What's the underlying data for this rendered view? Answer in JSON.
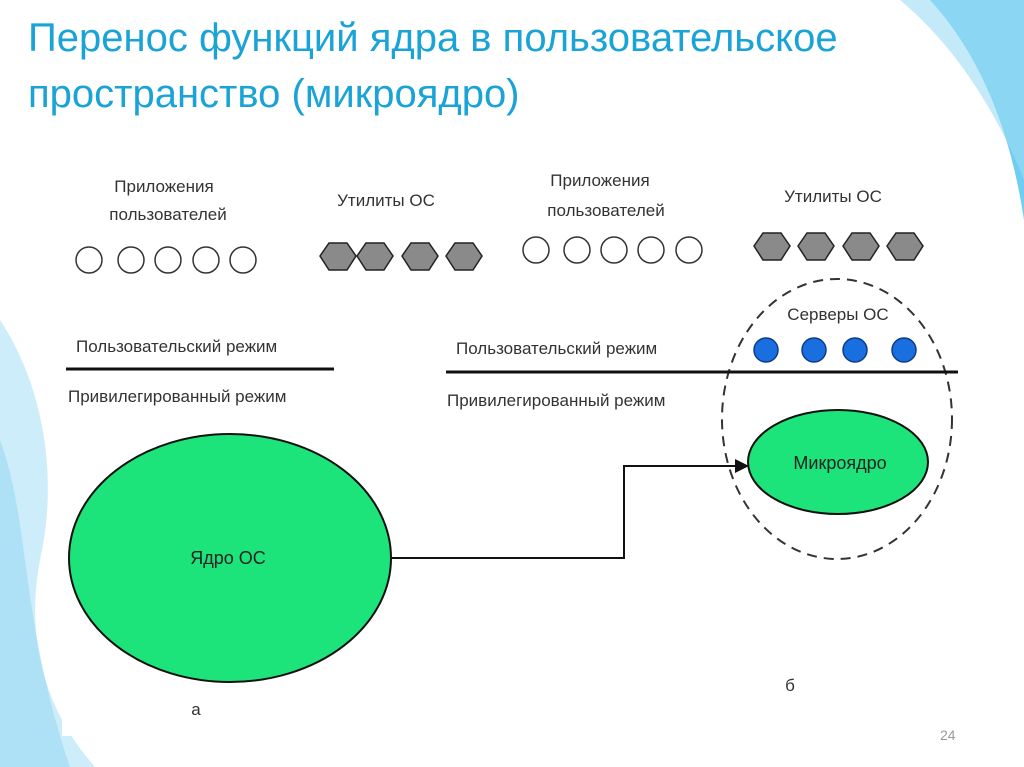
{
  "slide": {
    "title_line1": "Перенос функций ядра в пользовательское",
    "title_line2": "пространство (микроядро)",
    "number": "24"
  },
  "diagram": {
    "left": {
      "apps_line1": "Приложения",
      "apps_line2": "пользователей",
      "utils": "Утилиты ОС",
      "user_mode": "Пользовательский режим",
      "priv_mode": "Привилегированный режим",
      "kernel": "Ядро ОС",
      "caption": "а"
    },
    "right": {
      "apps_line1": "Приложения",
      "apps_line2": "пользователей",
      "utils": "Утилиты ОС",
      "servers": "Серверы ОС",
      "user_mode": "Пользовательский режим",
      "priv_mode": "Привилегированный режим",
      "microkernel": "Микроядро",
      "caption": "б"
    }
  },
  "colors": {
    "title": "#1aa3d6",
    "kernel_fill": "#1ce47a",
    "server_fill": "#1a6fe0",
    "hexagon_fill": "#8a8a8a",
    "decoration": "#5ec8f0"
  }
}
